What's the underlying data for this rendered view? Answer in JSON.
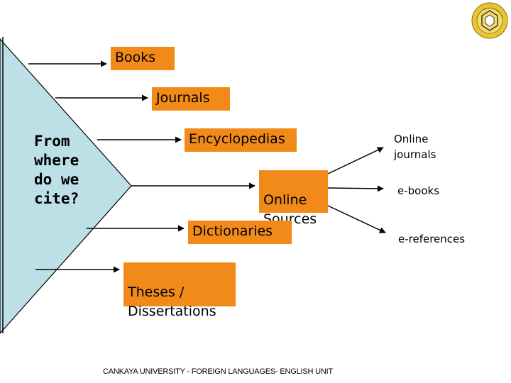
{
  "question": "From\nwhere\ndo we\ncite?",
  "sources": {
    "books": "Books",
    "journals": "Journals",
    "encyclopedias": "Encyclopedias",
    "online_sources": "Online\nSources",
    "dictionaries": "Dictionaries",
    "theses": "Theses /\nDissertations"
  },
  "online_types": {
    "online_journals": "Online\njournals",
    "ebooks": "e-books",
    "ereferences": "e-references"
  },
  "footer": "CANKAYA UNIVERSITY - FOREIGN LANGUAGES- ENGLISH UNIT",
  "colors": {
    "box": "#f28a1a",
    "triangle": "#bde0e6",
    "logo": "#e8c531"
  }
}
